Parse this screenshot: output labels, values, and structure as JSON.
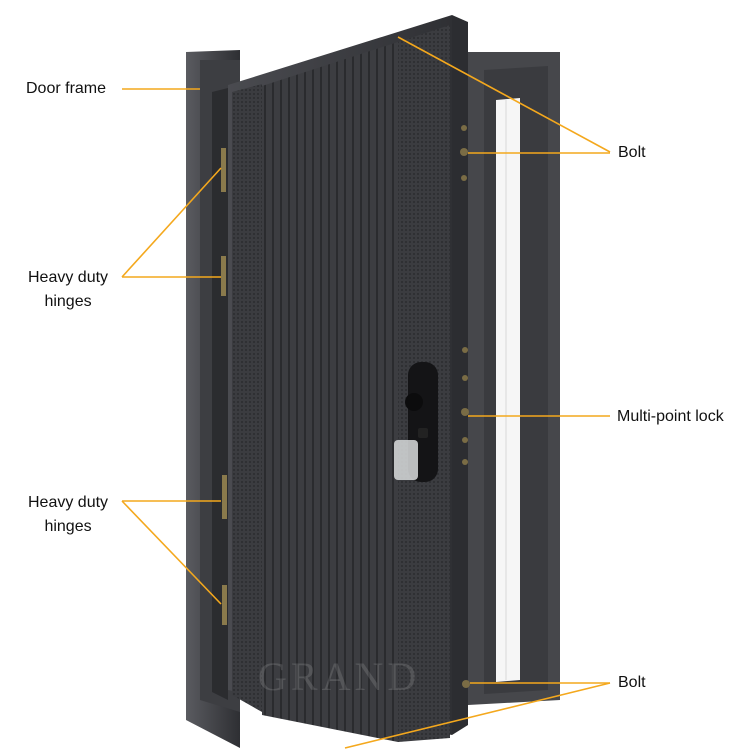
{
  "labels": {
    "door_frame": "Door frame",
    "bolt_top": "Bolt",
    "hinges_1": [
      "Heavy duty",
      "hinges"
    ],
    "hinges_2": [
      "Heavy duty",
      "hinges"
    ],
    "multipoint_lock": "Multi-point lock",
    "bolt_bottom": "Bolt"
  },
  "watermark": "GRAND",
  "colors": {
    "leader_line": "#f4a81d",
    "door_panel": "#3a3b3e",
    "frame": "#4a4b4f",
    "background": "#ffffff"
  }
}
